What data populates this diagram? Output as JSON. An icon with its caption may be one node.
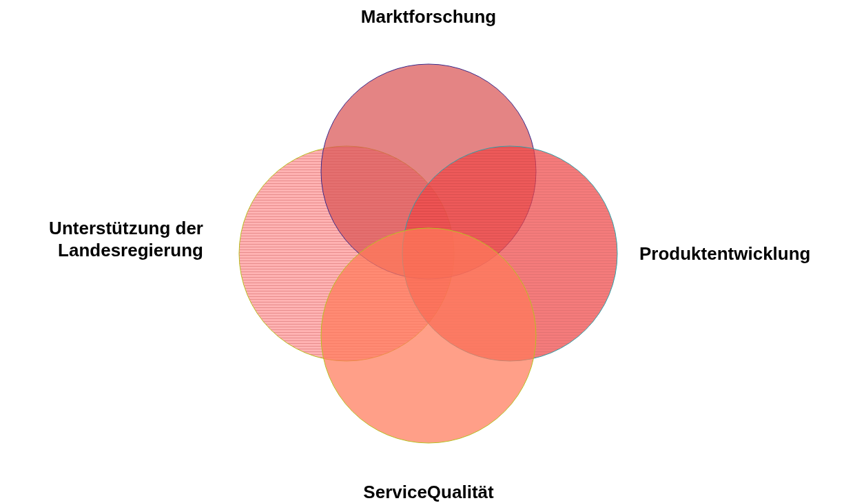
{
  "diagram": {
    "nodes": [
      {
        "text": [
          "Marktforschung"
        ]
      },
      {
        "text": [
          "Unterstützung der Landesregierung"
        ]
      },
      {
        "text": [
          "Produktentwicklung"
        ]
      },
      {
        "text": [
          "ServiceQualität"
        ]
      }
    ]
  }
}
